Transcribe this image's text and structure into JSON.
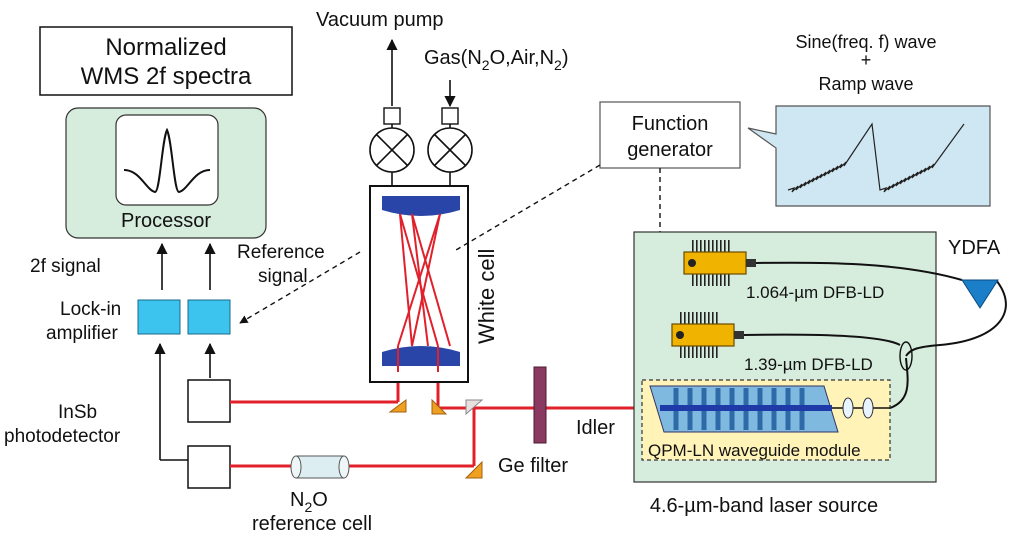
{
  "labels": {
    "normalized_line1": "Normalized",
    "normalized_line2": "WMS 2f spectra",
    "processor": "Processor",
    "vacuum_pump": "Vacuum pump",
    "gas_prefix": "Gas(N",
    "gas_sub1": "2",
    "gas_mid": "O,Air,N",
    "gas_sub2": "2",
    "gas_suffix": ")",
    "white_cell": "White cell",
    "function_gen_line1": "Function",
    "function_gen_line2": "generator",
    "sine_line1": "Sine(freq. f) wave",
    "sine_plus": "+",
    "sine_line2": "Ramp wave",
    "two_f_signal": "2f signal",
    "reference_line1": "Reference",
    "reference_line2": "signal",
    "lockin_line1": "Lock-in",
    "lockin_line2": "amplifier",
    "insb_line1": "InSb",
    "insb_line2": "photodetector",
    "n2o_prefix": "N",
    "n2o_sub": "2",
    "n2o_suffix": "O",
    "reference_cell": "reference cell",
    "ge_filter": "Ge filter",
    "idler": "Idler",
    "ydfa": "YDFA",
    "dfb_1064": "1.064-µm DFB-LD",
    "dfb_139": "1.39-µm DFB-LD",
    "qpm_module": "QPM-LN waveguide module",
    "laser_source": "4.6-µm-band laser source"
  },
  "colors": {
    "beam": "#e0202a",
    "panel_green": "#d6ecdc",
    "lockin_blue": "#3cc3ee",
    "mirror_orange": "#f0a020",
    "ydfa_blue": "#1a7fc8",
    "wave_panel": "#cfe7f2",
    "ge_filter": "#8a3a60",
    "cell_end": "#2a45a8",
    "dfb_gold": "#f0b400",
    "qpm_bg": "#fff3b8",
    "waveguide": "#1e3aa8"
  }
}
